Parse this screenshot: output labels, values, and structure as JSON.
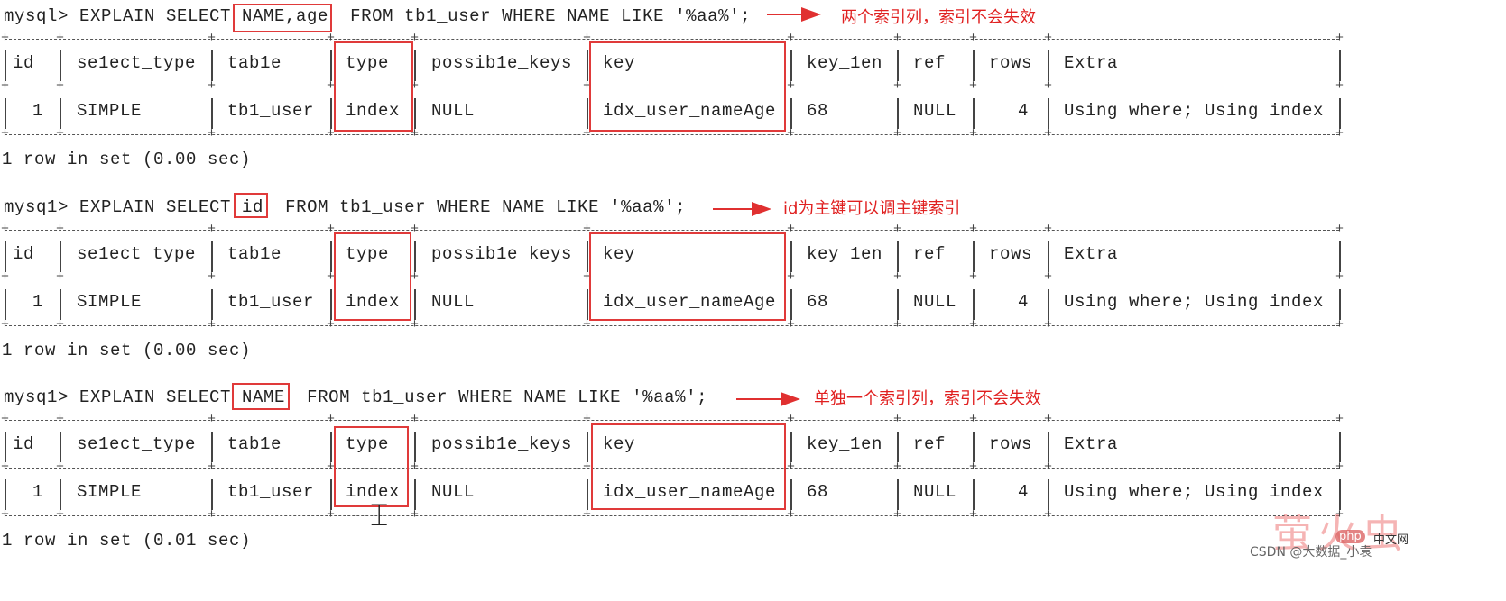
{
  "blocks": [
    {
      "prompt": "mysql> ",
      "query_pre": "EXPLAIN SELECT ",
      "query_cols": "NAME,age",
      "query_post": "  FROM tb1_user WHERE NAME LIKE '%aa%';",
      "annotation": "两个索引列，索引不会失效",
      "headers": [
        "id",
        "se1ect_type",
        "tab1e",
        "type",
        "possib1e_keys",
        "key",
        "key_1en",
        "ref",
        "rows",
        "Extra"
      ],
      "row": [
        "1",
        "SIMPLE",
        "tb1_user",
        "index",
        "NULL",
        "idx_user_nameAge",
        "68",
        "NULL",
        "4",
        "Using where; Using index"
      ],
      "footer": "1 row in set (0.00 sec)"
    },
    {
      "prompt": "mysq1> ",
      "query_pre": "EXPLAIN SELECT ",
      "query_cols": "id",
      "query_post": "  FROM tb1_user WHERE NAME LIKE '%aa%';",
      "annotation": "id为主键可以调主键索引",
      "headers": [
        "id",
        "se1ect_type",
        "tab1e",
        "type",
        "possib1e_keys",
        "key",
        "key_1en",
        "ref",
        "rows",
        "Extra"
      ],
      "row": [
        "1",
        "SIMPLE",
        "tb1_user",
        "index",
        "NULL",
        "idx_user_nameAge",
        "68",
        "NULL",
        "4",
        "Using where; Using index"
      ],
      "footer": "1 row in set (0.00 sec)"
    },
    {
      "prompt": "mysq1> ",
      "query_pre": "EXPLAIN SELECT ",
      "query_cols": "NAME",
      "query_post": "  FROM tb1_user WHERE NAME LIKE '%aa%';",
      "annotation": "单独一个索引列，索引不会失效",
      "headers": [
        "id",
        "se1ect_type",
        "tab1e",
        "type",
        "possib1e_keys",
        "key",
        "key_1en",
        "ref",
        "rows",
        "Extra"
      ],
      "row": [
        "1",
        "SIMPLE",
        "tb1_user",
        "index",
        "NULL",
        "idx_user_nameAge",
        "68",
        "NULL",
        "4",
        "Using where; Using index"
      ],
      "footer": "1 row in set (0.01 sec)"
    }
  ],
  "watermark": {
    "large": "萤火虫",
    "small_php": "php",
    "small_cn": "中文网",
    "credit": "CSDN @大数据_小袁"
  },
  "colors": {
    "annotation": "#e02020",
    "highlight_box": "#e03a3a",
    "text": "#222222",
    "background": "#ffffff"
  }
}
